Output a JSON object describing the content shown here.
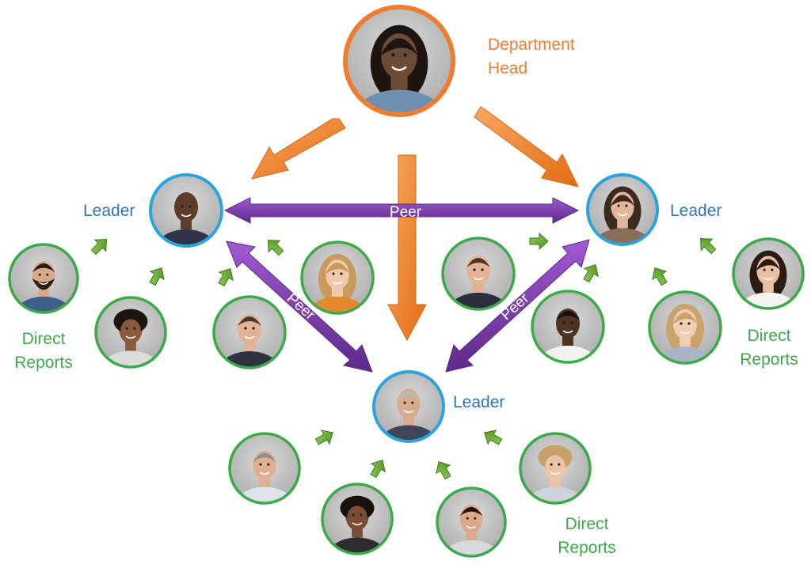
{
  "labels": {
    "department_head": [
      "Department",
      "Head"
    ],
    "leader": "Leader",
    "peer": "Peer",
    "direct_reports": [
      "Direct",
      "Reports"
    ]
  },
  "colors": {
    "head": "#ed7d31",
    "leader": "#2e75b6",
    "peer": "#7030a0",
    "reports": "#3daa4a",
    "small_arrow": "#5aa02c"
  },
  "people": {
    "department_head": {
      "role": "department-head",
      "skin": "#6b4a36",
      "hair": "#1c1512",
      "shirt": "#6f8fb0",
      "hair_style": "long"
    },
    "leaders": [
      {
        "id": "left",
        "skin": "#5e3c2b",
        "hair": "#1a1410",
        "shirt": "#2f3446",
        "hair_style": "bald"
      },
      {
        "id": "right",
        "skin": "#e0b79b",
        "hair": "#3d2a1e",
        "shirt": "#8a6d5a",
        "hair_style": "long"
      },
      {
        "id": "bottom",
        "skin": "#d8ab8e",
        "hair": "#b8b8b8",
        "shirt": "#3d4556",
        "hair_style": "short"
      }
    ],
    "reports": [
      {
        "group": "left",
        "skin": "#d9a98a",
        "hair": "#2b1d16",
        "shirt": "#3f5f8a",
        "hair_style": "beard"
      },
      {
        "group": "left",
        "skin": "#8a5a3e",
        "hair": "#1d1511",
        "shirt": "#dcdcdc",
        "hair_style": "curly"
      },
      {
        "group": "left",
        "skin": "#e3b395",
        "hair": "#4a3526",
        "shirt": "#2d3140",
        "hair_style": "short"
      },
      {
        "group": "left",
        "skin": "#f0c8ac",
        "hair": "#c89a5c",
        "shirt": "#e58a2c",
        "hair_style": "long"
      },
      {
        "group": "right",
        "skin": "#e2b495",
        "hair": "#4b3424",
        "shirt": "#2b2f3b",
        "hair_style": "short"
      },
      {
        "group": "right",
        "skin": "#4e3224",
        "hair": "#141010",
        "shirt": "#f2f2f2",
        "hair_style": "short"
      },
      {
        "group": "right",
        "skin": "#f1cdb4",
        "hair": "#c9a36c",
        "shirt": "#a9b5c4",
        "hair_style": "long"
      },
      {
        "group": "right",
        "skin": "#e8c0a3",
        "hair": "#2a1c15",
        "shirt": "#f5f5f5",
        "hair_style": "long"
      },
      {
        "group": "bottom",
        "skin": "#e0b092",
        "hair": "#8f8f8f",
        "shirt": "#dfe4ea",
        "hair_style": "short"
      },
      {
        "group": "bottom",
        "skin": "#7a4d35",
        "hair": "#17110e",
        "shirt": "#2b2b30",
        "hair_style": "curly"
      },
      {
        "group": "bottom",
        "skin": "#dca98a",
        "hair": "#1f1713",
        "shirt": "#d7d9dc",
        "hair_style": "short"
      },
      {
        "group": "bottom",
        "skin": "#edc4a6",
        "hair": "#c7a06a",
        "shirt": "#cfd3da",
        "hair_style": "curly"
      }
    ]
  }
}
